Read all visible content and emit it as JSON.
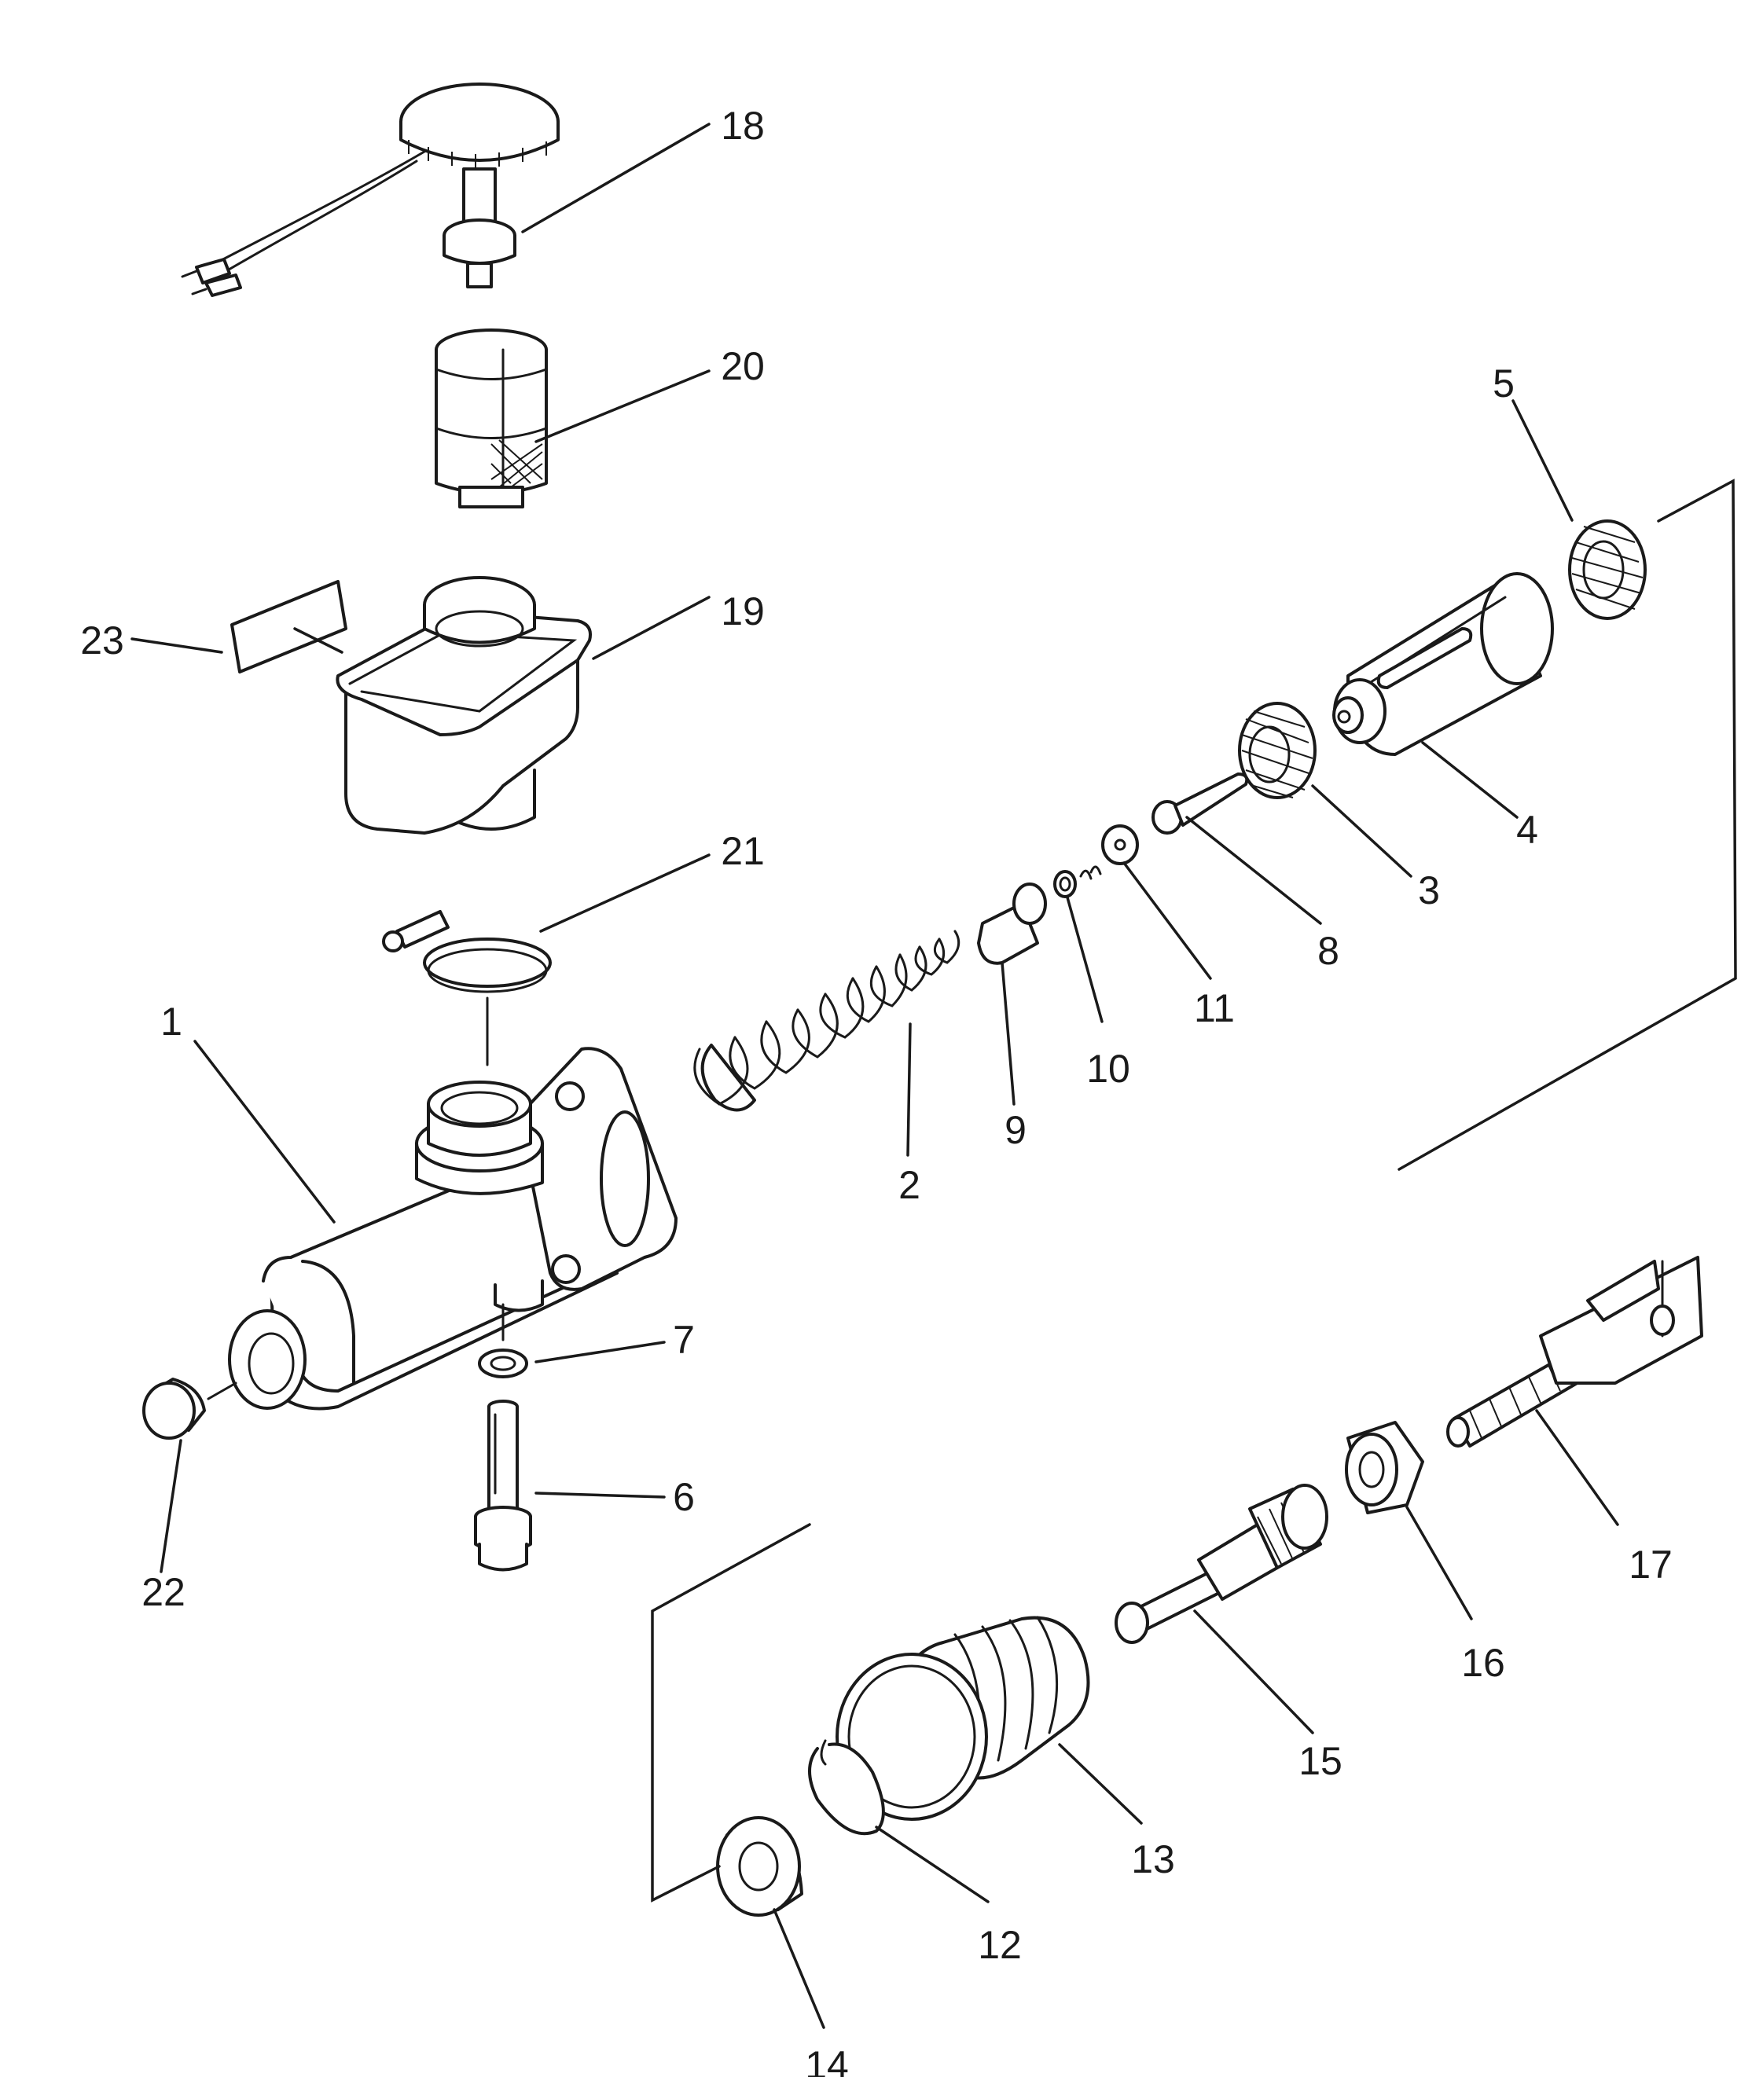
{
  "callouts": [
    {
      "key": "c1",
      "label": "1"
    },
    {
      "key": "c2",
      "label": "2"
    },
    {
      "key": "c3",
      "label": "3"
    },
    {
      "key": "c4",
      "label": "4"
    },
    {
      "key": "c5",
      "label": "5"
    },
    {
      "key": "c6",
      "label": "6"
    },
    {
      "key": "c7",
      "label": "7"
    },
    {
      "key": "c8",
      "label": "8"
    },
    {
      "key": "c9",
      "label": "9"
    },
    {
      "key": "c10",
      "label": "10"
    },
    {
      "key": "c11",
      "label": "11"
    },
    {
      "key": "c12",
      "label": "12"
    },
    {
      "key": "c13",
      "label": "13"
    },
    {
      "key": "c14",
      "label": "14"
    },
    {
      "key": "c15",
      "label": "15"
    },
    {
      "key": "c16",
      "label": "16"
    },
    {
      "key": "c17",
      "label": "17"
    },
    {
      "key": "c18",
      "label": "18"
    },
    {
      "key": "c19",
      "label": "19"
    },
    {
      "key": "c20",
      "label": "20"
    },
    {
      "key": "c21",
      "label": "21"
    },
    {
      "key": "c22",
      "label": "22"
    },
    {
      "key": "c23",
      "label": "23"
    }
  ]
}
